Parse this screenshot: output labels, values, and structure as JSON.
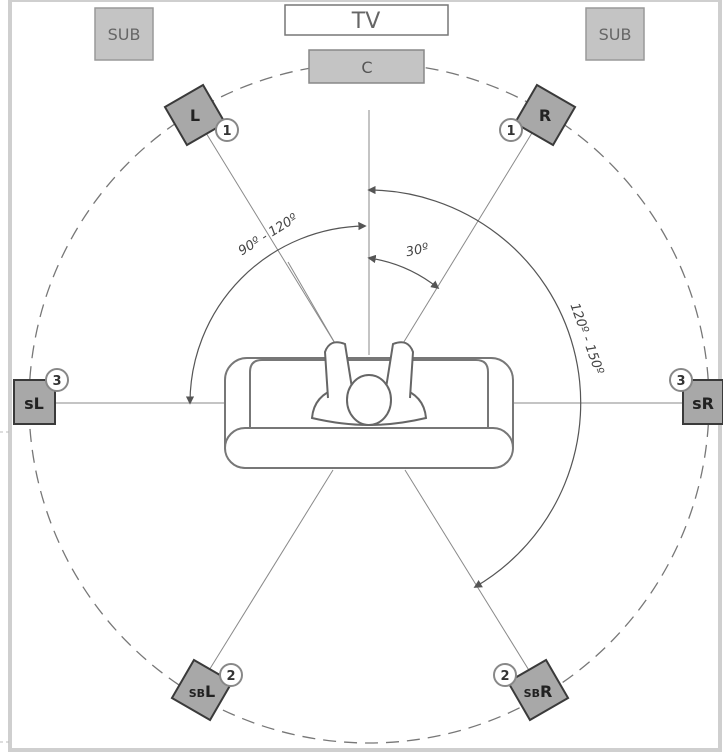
{
  "devices": {
    "tv": "TV",
    "sub_left": "SUB",
    "sub_right": "SUB",
    "center": "C"
  },
  "speakers": {
    "front_left": {
      "label": "L",
      "group": "1"
    },
    "front_right": {
      "label": "R",
      "group": "1"
    },
    "surround_left": {
      "label": "sL",
      "group": "3"
    },
    "surround_right": {
      "label": "sR",
      "group": "3"
    },
    "back_left": {
      "label_small": "SB",
      "label_big": "L",
      "group": "2"
    },
    "back_right": {
      "label_small": "SB",
      "label_big": "R",
      "group": "2"
    }
  },
  "angles": {
    "front": "30º",
    "side": "90º - 120º",
    "back": "120º - 150º"
  },
  "colors": {
    "speaker_fill": "#a8a8a8",
    "speaker_stroke": "#3a3a3a",
    "device_fill": "#c4c4c4",
    "line": "#888888",
    "circle_dash": "#777777",
    "couch_stroke": "#777777"
  }
}
